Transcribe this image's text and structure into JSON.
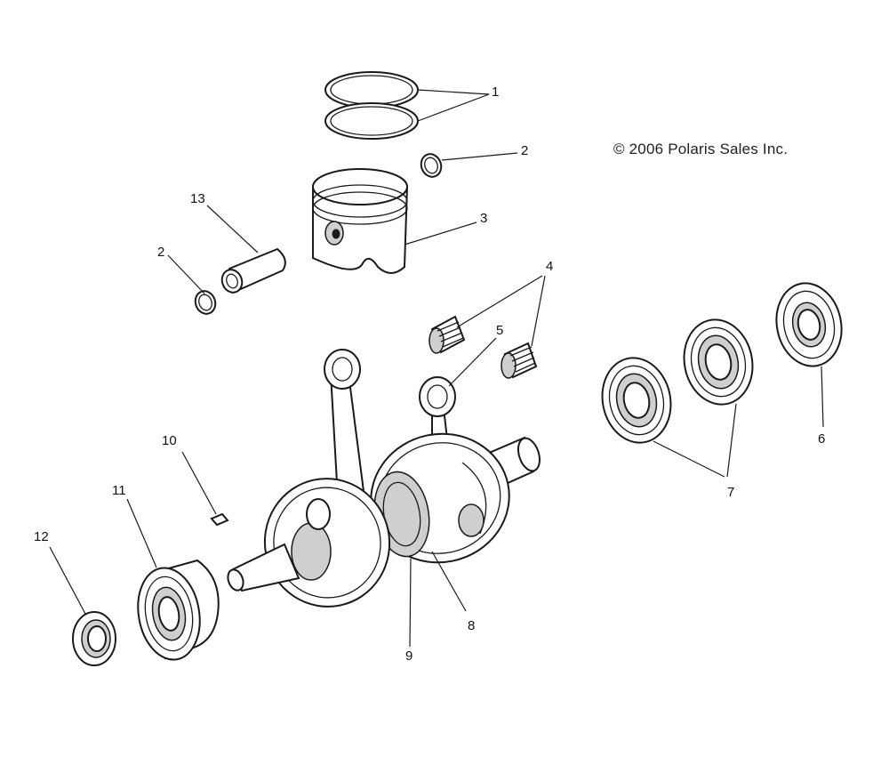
{
  "diagram": {
    "copyright": "© 2006 Polaris Sales Inc.",
    "callouts": [
      {
        "id": "1",
        "label": "1"
      },
      {
        "id": "2a",
        "label": "2"
      },
      {
        "id": "2b",
        "label": "2"
      },
      {
        "id": "3",
        "label": "3"
      },
      {
        "id": "4",
        "label": "4"
      },
      {
        "id": "5",
        "label": "5"
      },
      {
        "id": "6",
        "label": "6"
      },
      {
        "id": "7",
        "label": "7"
      },
      {
        "id": "8",
        "label": "8"
      },
      {
        "id": "9",
        "label": "9"
      },
      {
        "id": "10",
        "label": "10"
      },
      {
        "id": "11",
        "label": "11"
      },
      {
        "id": "12",
        "label": "12"
      },
      {
        "id": "13",
        "label": "13"
      }
    ]
  }
}
